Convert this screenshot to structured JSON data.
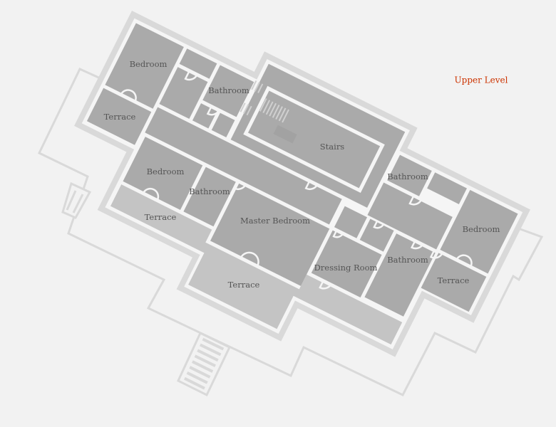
{
  "level_label": "Upper Level",
  "rooms": {
    "bedroom_nw": "Bedroom",
    "terrace_nw": "Terrace",
    "bathroom_n": "Bathroom",
    "stairs": "Stairs",
    "bedroom_w": "Bedroom",
    "bathroom_w": "Bathroom",
    "terrace_w": "Terrace",
    "master_bedroom": "Master Bedroom",
    "terrace_s": "Terrace",
    "dressing_room": "Dressing Room",
    "bathroom_ne": "Bathroom",
    "bedroom_e": "Bedroom",
    "bathroom_se": "Bathroom",
    "terrace_e": "Terrace"
  },
  "colors": {
    "background": "#f2f2f2",
    "shell": "#d9d9d9",
    "room": "#aaaaaa",
    "terrace": "#c4c4c4",
    "wall": "#f5f5f5",
    "label": "#555555",
    "level_label": "#cc3300"
  }
}
